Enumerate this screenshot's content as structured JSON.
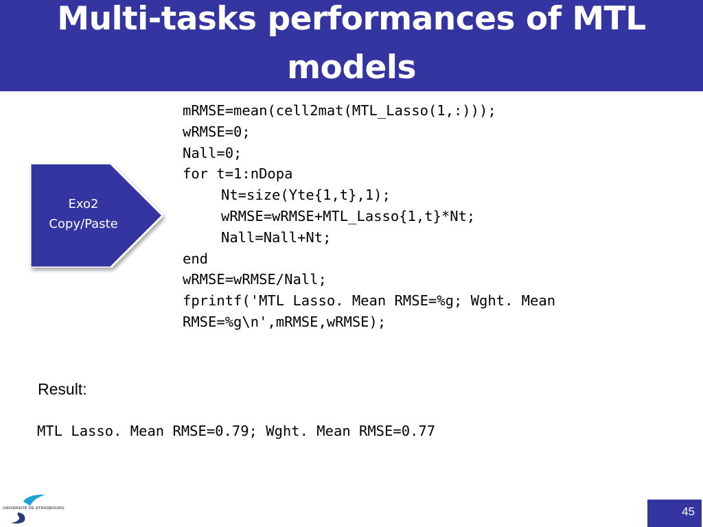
{
  "slide": {
    "title_lines": [
      "Multi-tasks performances of MTL",
      "models"
    ],
    "code_lines": [
      "mRMSE=mean(cell2mat(MTL_Lasso(1,:)));",
      "wRMSE=0;",
      "Nall=0;",
      "for t=1:nDopa",
      "Nt=size(Yte{1,t},1);",
      "wRMSE=wRMSE+MTL_Lasso{1,t}*Nt;",
      "Nall=Nall+Nt;",
      "end",
      "wRMSE=wRMSE/Nall;",
      "fprintf('MTL Lasso. Mean RMSE=%g; Wght. Mean",
      "RMSE=%g\\n',mRMSE,wRMSE);"
    ],
    "badge": {
      "line1": "Exo2",
      "line2": "Copy/Paste"
    },
    "result_label": "Result:",
    "result_text": "MTL Lasso. Mean RMSE=0.79; Wght. Mean RMSE=0.77",
    "footer": {
      "logo_text": "UNIVERSITÉ DE STRASBOURG",
      "slide_number": "45"
    }
  },
  "colors": {
    "accent": "#3535a1",
    "logo_dark": "#2a3a7a",
    "logo_light": "#1fa3d8"
  }
}
